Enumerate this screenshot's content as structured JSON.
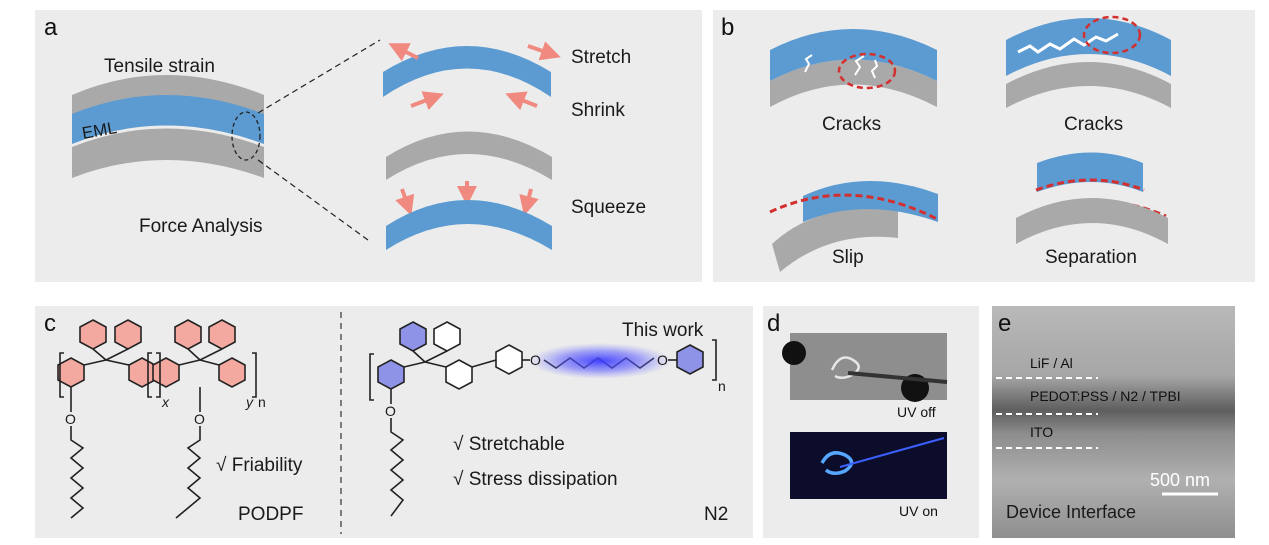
{
  "panels": {
    "a": {
      "label": "a",
      "tensile_strain": "Tensile strain",
      "eml": "EML",
      "force_analysis": "Force Analysis",
      "stretch": "Stretch",
      "shrink": "Shrink",
      "squeeze": "Squeeze"
    },
    "b": {
      "label": "b",
      "cracks_1": "Cracks",
      "cracks_2": "Cracks",
      "slip": "Slip",
      "separation": "Separation"
    },
    "c": {
      "label": "c",
      "this_work": "This work",
      "friability": "√ Friability",
      "podpf": "PODPF",
      "stretchable": "√ Stretchable",
      "stress_dissipation": "√ Stress dissipation",
      "n2": "N2",
      "sub_x": "x",
      "sub_y": "y",
      "sub_n1": "n",
      "sub_n2": "n",
      "oxygen_1": "O",
      "oxygen_2": "O",
      "oxygen_3": "O",
      "oxygen_4": "O",
      "oxygen_5": "O"
    },
    "d": {
      "label": "d",
      "uv_off": "UV off",
      "uv_on": "UV on"
    },
    "e": {
      "label": "e",
      "lif_al": "LiF / Al",
      "pedot": "PEDOT:PSS / N2 / TPBI",
      "ito": "ITO",
      "scale": "500 nm",
      "device_interface": "Device Interface"
    }
  },
  "colors": {
    "panel_bg": "#ececec",
    "layer_gray": "#a9a9a9",
    "layer_blue": "#5b9bd1",
    "arrow_pink": "#f08a80",
    "dash_red": "#d32f2f",
    "ring_pink": "#f4a9a0",
    "ring_blue": "#8f93e8",
    "glow_blue": "#3b3bff"
  }
}
